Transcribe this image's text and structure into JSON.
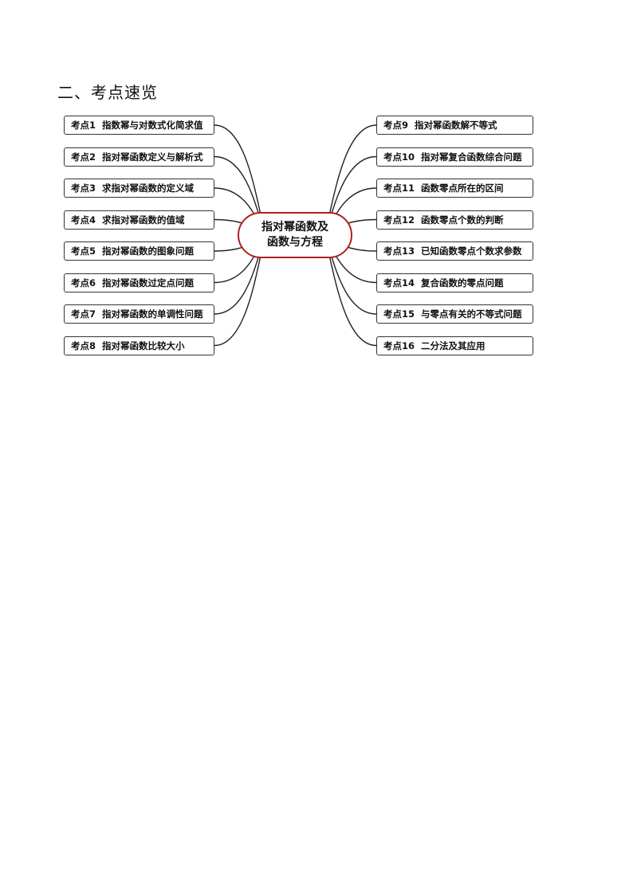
{
  "section": {
    "title": "二、考点速览"
  },
  "mindmap": {
    "center": {
      "line1": "指对幂函数及",
      "line2": "函数与方程",
      "border_color": "#b02020"
    },
    "left_nodes": [
      {
        "num": "考点1",
        "text": "指数幂与对数式化简求值"
      },
      {
        "num": "考点2",
        "text": "指对幂函数定义与解析式"
      },
      {
        "num": "考点3",
        "text": "求指对幂函数的定义域"
      },
      {
        "num": "考点4",
        "text": "求指对幂函数的值域"
      },
      {
        "num": "考点5",
        "text": "指对幂函数的图象问题"
      },
      {
        "num": "考点6",
        "text": "指对幂函数过定点问题"
      },
      {
        "num": "考点7",
        "text": "指对幂函数的单调性问题"
      },
      {
        "num": "考点8",
        "text": "指对幂函数比较大小"
      }
    ],
    "right_nodes": [
      {
        "num": "考点9",
        "text": "指对幂函数解不等式"
      },
      {
        "num": "考点10",
        "text": "指对幂复合函数综合问题"
      },
      {
        "num": "考点11",
        "text": "函数零点所在的区间"
      },
      {
        "num": "考点12",
        "text": "函数零点个数的判断"
      },
      {
        "num": "考点13",
        "text": "已知函数零点个数求参数"
      },
      {
        "num": "考点14",
        "text": "复合函数的零点问题"
      },
      {
        "num": "考点15",
        "text": "与零点有关的不等式问题"
      },
      {
        "num": "考点16",
        "text": "二分法及其应用"
      }
    ]
  }
}
